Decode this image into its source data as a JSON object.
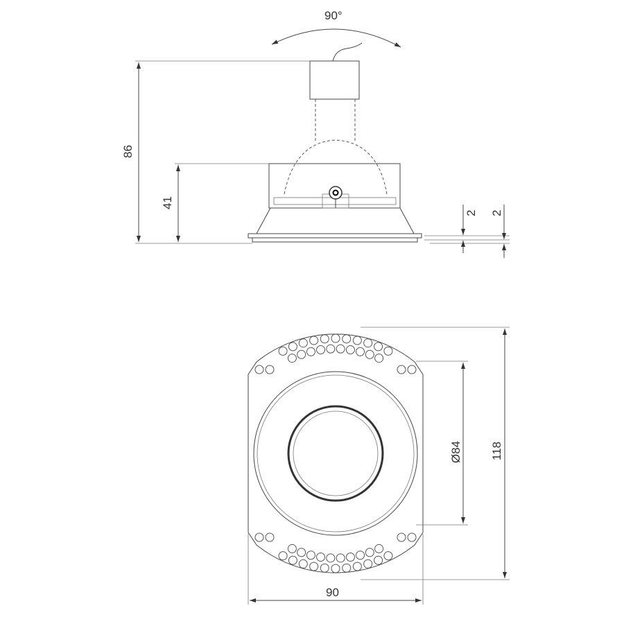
{
  "side_view": {
    "tilt_angle": "90°",
    "total_height": "86",
    "housing_height": "41",
    "flange_thickness_1": "2",
    "flange_thickness_2": "2"
  },
  "front_view": {
    "cutout_diameter": "Ø84",
    "height": "118",
    "width": "90"
  }
}
